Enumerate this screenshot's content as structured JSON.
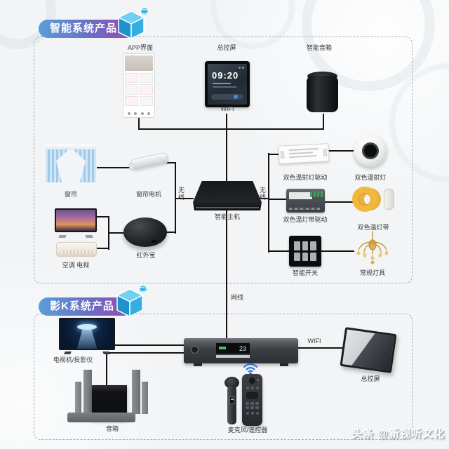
{
  "smart": {
    "badge": "智能系统产品",
    "app_label": "APP界面",
    "screen_label": "总控屏",
    "screen_time": "09:20",
    "speaker_label": "智能音箱",
    "wifi_label": "WIFI",
    "wireless_left": "无线",
    "wireless_right": "无线",
    "curtain_label": "窗帘",
    "curtain_motor_label": "窗帘电机",
    "ac_tv_label": "空调 电视",
    "ir_label": "红外宝",
    "host_label": "智能主机",
    "spot_driver_label": "双色温射灯驱动",
    "spot_label": "双色温射灯",
    "strip_driver_label": "双色温灯带驱动",
    "strip_label": "双色温灯带",
    "switch_label": "智能开关",
    "chandelier_label": "常规灯具",
    "lan_label": "网线"
  },
  "cinema": {
    "badge": "影K系统产品",
    "tv_label": "电视机/投影仪",
    "amp_display": "23",
    "wifi_label": "WIFI",
    "screen_label": "总控屏",
    "speakers_label": "音箱",
    "mic_remote_label": "麦克风/遥控器"
  },
  "watermark": "头条 @新视听文化",
  "colors": {
    "badge_gradient_start": "#5b9fd8",
    "badge_gradient_end": "#9a4bb0",
    "cube_blue": "#2aa6df",
    "wifi_blue": "#2b6fd4",
    "connector": "#141414",
    "background": "#f2f4f6"
  }
}
